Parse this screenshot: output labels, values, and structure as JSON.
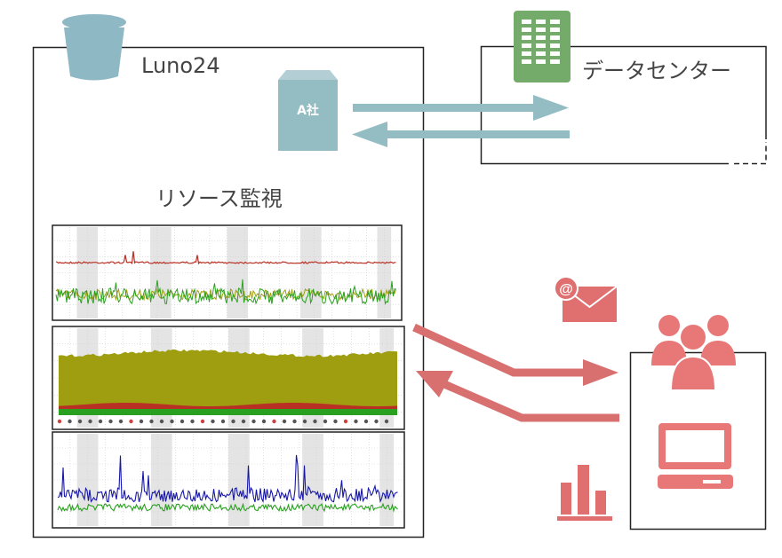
{
  "diagram": {
    "service_name": "Luno24",
    "datacenter_label": "データセンター",
    "client_label": "A社",
    "monitoring_label": "リソース監視"
  },
  "colors": {
    "line": "#222222",
    "bucket": "#8eb8c4",
    "building_green": "#74aa6a",
    "client_box": "#94bcc3",
    "arrow_teal": "#94bcc3",
    "arrow_red": "#d87070",
    "user_icon": "#e87878",
    "chart_red": "#b83024",
    "chart_green": "#2aa020",
    "chart_olive": "#9e9e10",
    "chart_blue": "#1818a8"
  },
  "icons": [
    "bucket-icon",
    "building-icon",
    "mail-icon",
    "users-icon",
    "monitor-icon",
    "bar-chart-icon"
  ]
}
